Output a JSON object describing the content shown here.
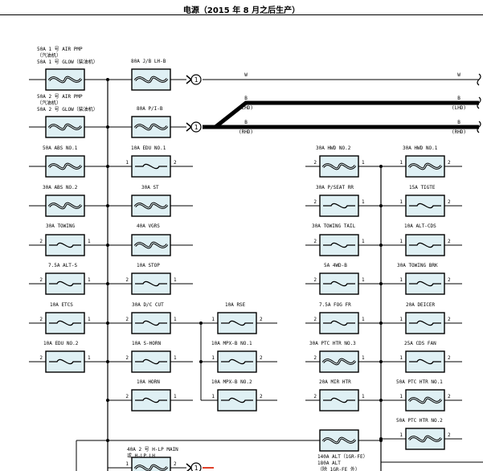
{
  "title": "电源（2015 年 8 月之后生产）",
  "colors": {
    "fuse_fill": "#dff0f4",
    "line": "#000000",
    "accent_red": "#e0402a"
  },
  "fuses": [
    {
      "label": "50A 1 号 AIR PMP\n（汽油机）\n50A 1 号 GLOW（柴油机）",
      "type": "heavy",
      "left": "",
      "right": ""
    },
    {
      "label": "80A J/B LH-B",
      "type": "heavy",
      "left": "",
      "right": ""
    },
    {
      "label": "50A 2 号 AIR PMP\n（汽油机）\n50A 2 号 GLOW（柴油机）",
      "type": "heavy",
      "left": "",
      "right": ""
    },
    {
      "label": "80A P/I-B",
      "type": "heavy",
      "left": "",
      "right": ""
    },
    {
      "label": "50A ABS NO.1",
      "type": "heavy",
      "left": "",
      "right": ""
    },
    {
      "label": "10A EDU NO.1",
      "type": "light",
      "left": "1",
      "right": "2"
    },
    {
      "label": "30A ABS NO.2",
      "type": "heavy",
      "left": "",
      "right": ""
    },
    {
      "label": "30A ST",
      "type": "heavy",
      "left": "",
      "right": ""
    },
    {
      "label": "30A TOWING",
      "type": "light",
      "left": "2",
      "right": "1"
    },
    {
      "label": "40A VGRS",
      "type": "heavy",
      "left": "",
      "right": ""
    },
    {
      "label": "7.5A ALT-S",
      "type": "light",
      "left": "2",
      "right": "1"
    },
    {
      "label": "10A STOP",
      "type": "light",
      "left": "2",
      "right": "1"
    },
    {
      "label": "10A ETCS",
      "type": "light",
      "left": "2",
      "right": "1"
    },
    {
      "label": "30A D/C CUT",
      "type": "light",
      "left": "2",
      "right": "1"
    },
    {
      "label": "10A RSE",
      "type": "light",
      "left": "1",
      "right": "2"
    },
    {
      "label": "10A EDU NO.2",
      "type": "light",
      "left": "2",
      "right": "1"
    },
    {
      "label": "10A S-HORN",
      "type": "light",
      "left": "2",
      "right": "1"
    },
    {
      "label": "10A MPX-B NO.1",
      "type": "light",
      "left": "1",
      "right": "2"
    },
    {
      "label": "10A HORN",
      "type": "light",
      "left": "2",
      "right": "1"
    },
    {
      "label": "10A MPX-B NO.2",
      "type": "light",
      "left": "1",
      "right": "2"
    },
    {
      "label": "30A HWD NO.2",
      "type": "heavy",
      "left": "2",
      "right": "1"
    },
    {
      "label": "30A HWD NO.1",
      "type": "heavy",
      "left": "1",
      "right": "2"
    },
    {
      "label": "30A P/SEAT RR",
      "type": "light",
      "left": "2",
      "right": "1"
    },
    {
      "label": "15A TIGTE",
      "type": "light",
      "left": "1",
      "right": "2"
    },
    {
      "label": "30A TOWING TAIL",
      "type": "light",
      "left": "2",
      "right": "1"
    },
    {
      "label": "10A ALT-CDS",
      "type": "light",
      "left": "1",
      "right": "2"
    },
    {
      "label": "5A 4WD-B",
      "type": "light",
      "left": "2",
      "right": "1"
    },
    {
      "label": "30A TOWING BRK",
      "type": "light",
      "left": "1",
      "right": "2"
    },
    {
      "label": "7.5A FOG FR",
      "type": "light",
      "left": "2",
      "right": "1"
    },
    {
      "label": "20A DEICER",
      "type": "light",
      "left": "1",
      "right": "2"
    },
    {
      "label": "30A PTC HTR NO.3",
      "type": "heavy",
      "left": "2",
      "right": "1"
    },
    {
      "label": "25A CDS FAN",
      "type": "light",
      "left": "1",
      "right": "2"
    },
    {
      "label": "20A MIR HTR",
      "type": "light",
      "left": "2",
      "right": "1"
    },
    {
      "label": "50A PTC HTR NO.1",
      "type": "heavy",
      "left": "1",
      "right": "2"
    },
    {
      "label": "50A PTC HTR NO.2",
      "type": "heavy",
      "left": "1",
      "right": "2"
    },
    {
      "label": "40A 2 号 H-LP MAIN\n或 H-LP LH",
      "type": "heavy",
      "left": "1",
      "right": "2"
    },
    {
      "label": "140A ALT（1GR-FE）\n180A ALT\n（除 1GR-FE 外）",
      "type": "heavy",
      "left": "",
      "right": ""
    }
  ],
  "connectors": [
    {
      "id": "conn-1-top",
      "label": "1"
    },
    {
      "id": "conn-1-mid",
      "label": "1"
    },
    {
      "id": "conn-1-bottom",
      "label": "1"
    }
  ],
  "wires": [
    {
      "id": "wire-w-top-left",
      "label": "W"
    },
    {
      "id": "wire-w-top-right",
      "label": "W"
    },
    {
      "id": "wire-b-lhd-left",
      "label": "B"
    },
    {
      "id": "wire-lhd-left",
      "label": "(LHD)"
    },
    {
      "id": "wire-b-lhd-right",
      "label": "B"
    },
    {
      "id": "wire-lhd-right",
      "label": "(LHD)"
    },
    {
      "id": "wire-b-rhd-left",
      "label": "B"
    },
    {
      "id": "wire-rhd-left",
      "label": "(RHD)"
    },
    {
      "id": "wire-b-rhd-right",
      "label": "B"
    },
    {
      "id": "wire-rhd-right",
      "label": "(RHD)"
    }
  ]
}
